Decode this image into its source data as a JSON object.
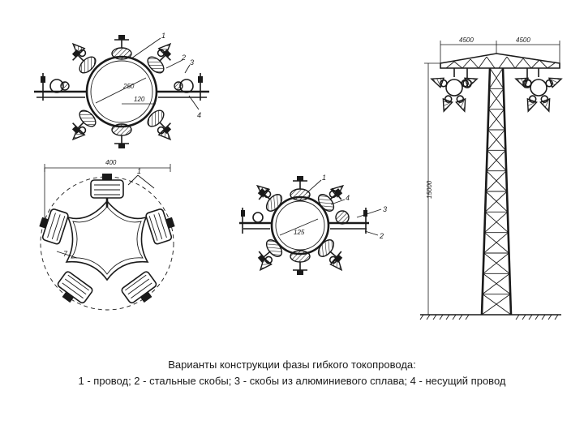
{
  "figure1": {
    "dim_diameter": "250",
    "dim_offset": "120",
    "callouts": [
      "1",
      "2",
      "3",
      "4"
    ]
  },
  "figure2": {
    "dim_width": "400",
    "callout": "1"
  },
  "figure3": {
    "dim_diameter": "125",
    "callouts": [
      "1",
      "4",
      "3",
      "2"
    ]
  },
  "tower": {
    "dim_left_arm": "4500",
    "dim_right_arm": "4500",
    "dim_height": "15000"
  },
  "caption": {
    "line1": "Варианты конструкции фазы гибкого токопровода:",
    "line2": "1 - провод; 2 - стальные скобы; 3 - скобы из алюминиевого сплава; 4 - несущий провод"
  }
}
